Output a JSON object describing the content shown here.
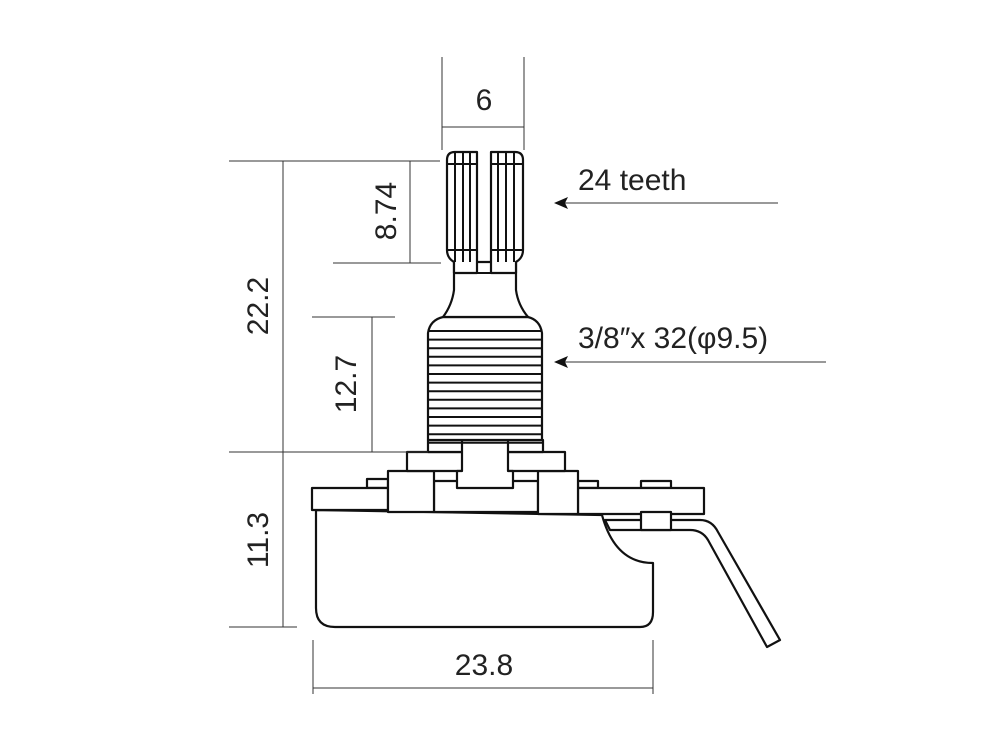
{
  "dimensions": {
    "shaft_width": "6",
    "total_height": "22.2",
    "knurl_length": "8.74",
    "bushing_length": "12.7",
    "body_height": "11.3",
    "body_width": "23.8"
  },
  "callouts": {
    "knurl": "24 teeth",
    "thread": "3/8″x 32(φ9.5)"
  }
}
